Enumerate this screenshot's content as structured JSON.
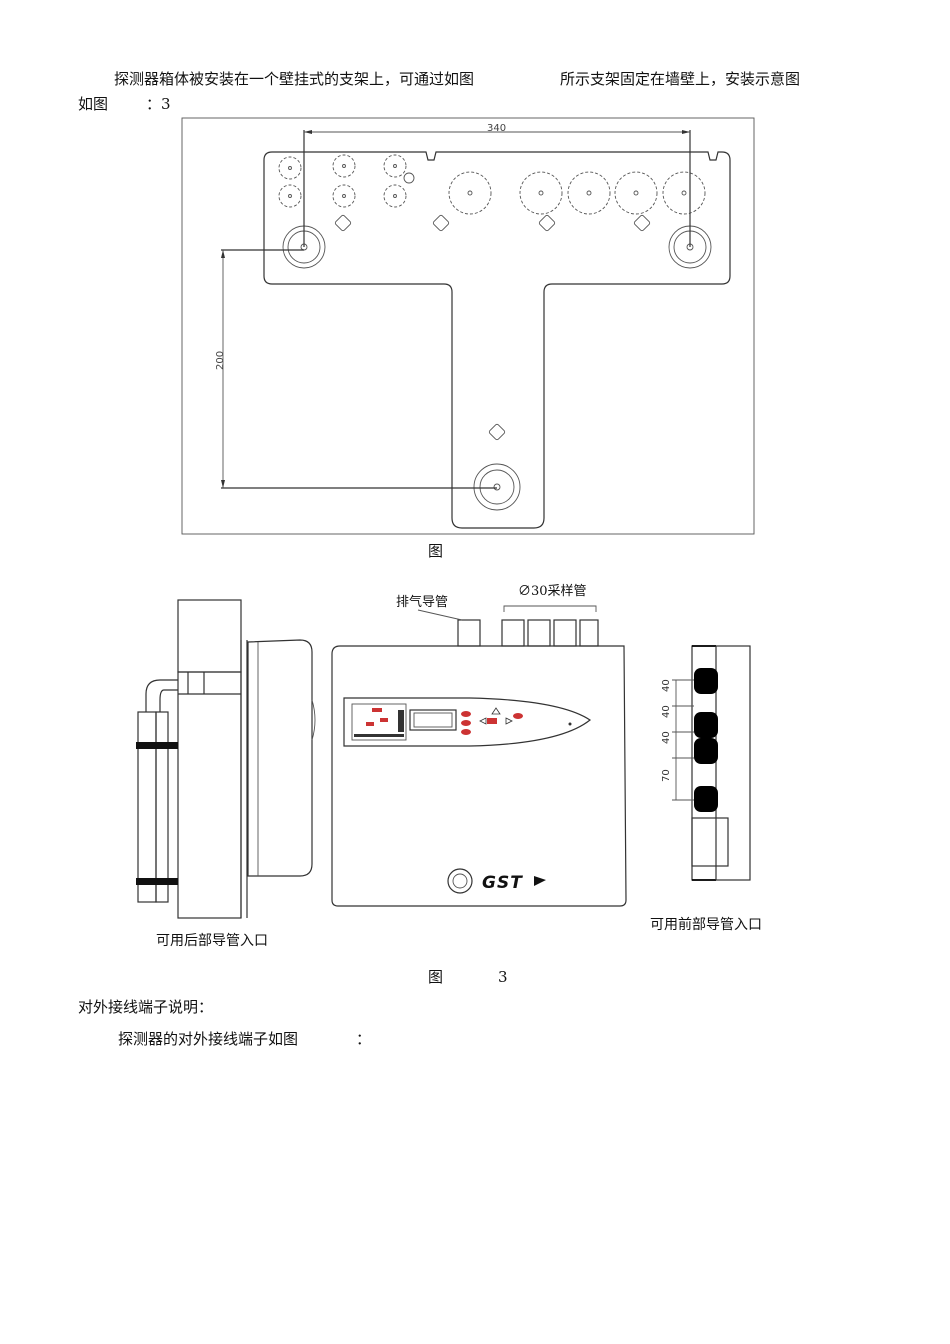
{
  "paragraph1": {
    "line1": "探测器箱体被安装在一个壁挂式的支架上，可通过如图",
    "line1b": "所示支架固定在墙壁上，安装示意图",
    "line2": "如图",
    "line2b": "：3"
  },
  "figure1": {
    "caption": "图",
    "dim_width": "340",
    "dim_height": "200"
  },
  "figure2": {
    "label_exhaust": "排气导管",
    "label_sampling": "∅30采样管",
    "label_rear": "可用后部导管入口",
    "label_front": "可用前部导管入口",
    "spacing_labels": [
      "40",
      "40",
      "40",
      "70"
    ],
    "caption_prefix": "图",
    "caption_number": "3",
    "logo": "GST"
  },
  "section": {
    "heading": "对外接线端子说明：",
    "body": "探测器的对外接线端子如图",
    "body_suffix": "："
  }
}
